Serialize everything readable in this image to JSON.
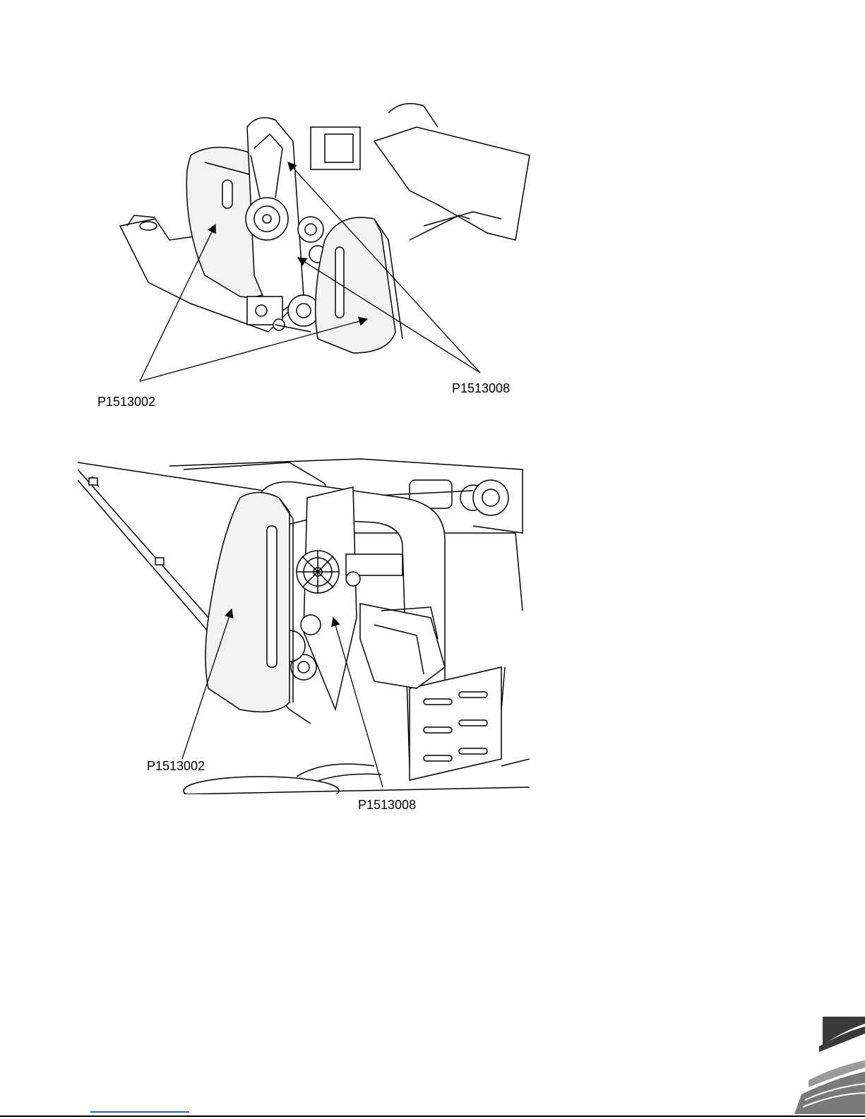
{
  "figures": [
    {
      "callouts": {
        "left": "P1513002",
        "right": "P1513008"
      }
    },
    {
      "callouts": {
        "left": "P1513002",
        "right": "P1513008"
      }
    }
  ],
  "colors": {
    "line": "#000000",
    "guard_fill": "#f2f2f2",
    "logo_dark": "#3a3a3a",
    "logo_light": "#9a9a9a",
    "link_rule": "#3355cc"
  },
  "icons": [
    "company-logo"
  ]
}
